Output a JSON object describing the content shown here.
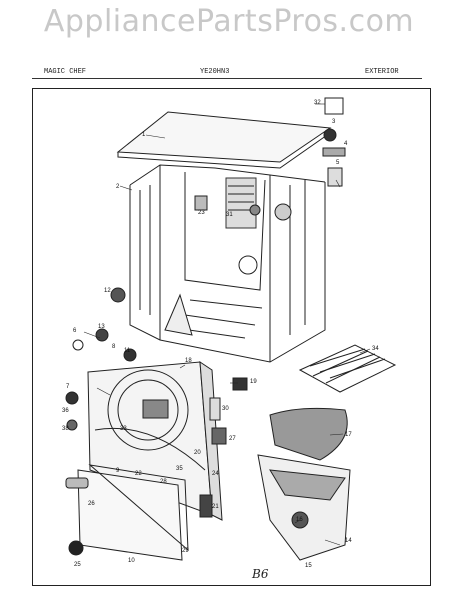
{
  "watermark": "AppliancePartsPros.com",
  "header": {
    "brand": "MAGIC CHEF",
    "model": "YE20HN3",
    "section": "EXTERIOR"
  },
  "page_id": "B6",
  "callouts": [
    "1",
    "2",
    "3",
    "4",
    "5",
    "6",
    "7",
    "8",
    "9",
    "10",
    "11",
    "12",
    "13",
    "14",
    "15",
    "16",
    "17",
    "18",
    "19",
    "20",
    "21",
    "22",
    "23",
    "24",
    "25",
    "26",
    "27",
    "28",
    "29",
    "30",
    "31",
    "32",
    "33",
    "34",
    "35",
    "36",
    "38"
  ]
}
